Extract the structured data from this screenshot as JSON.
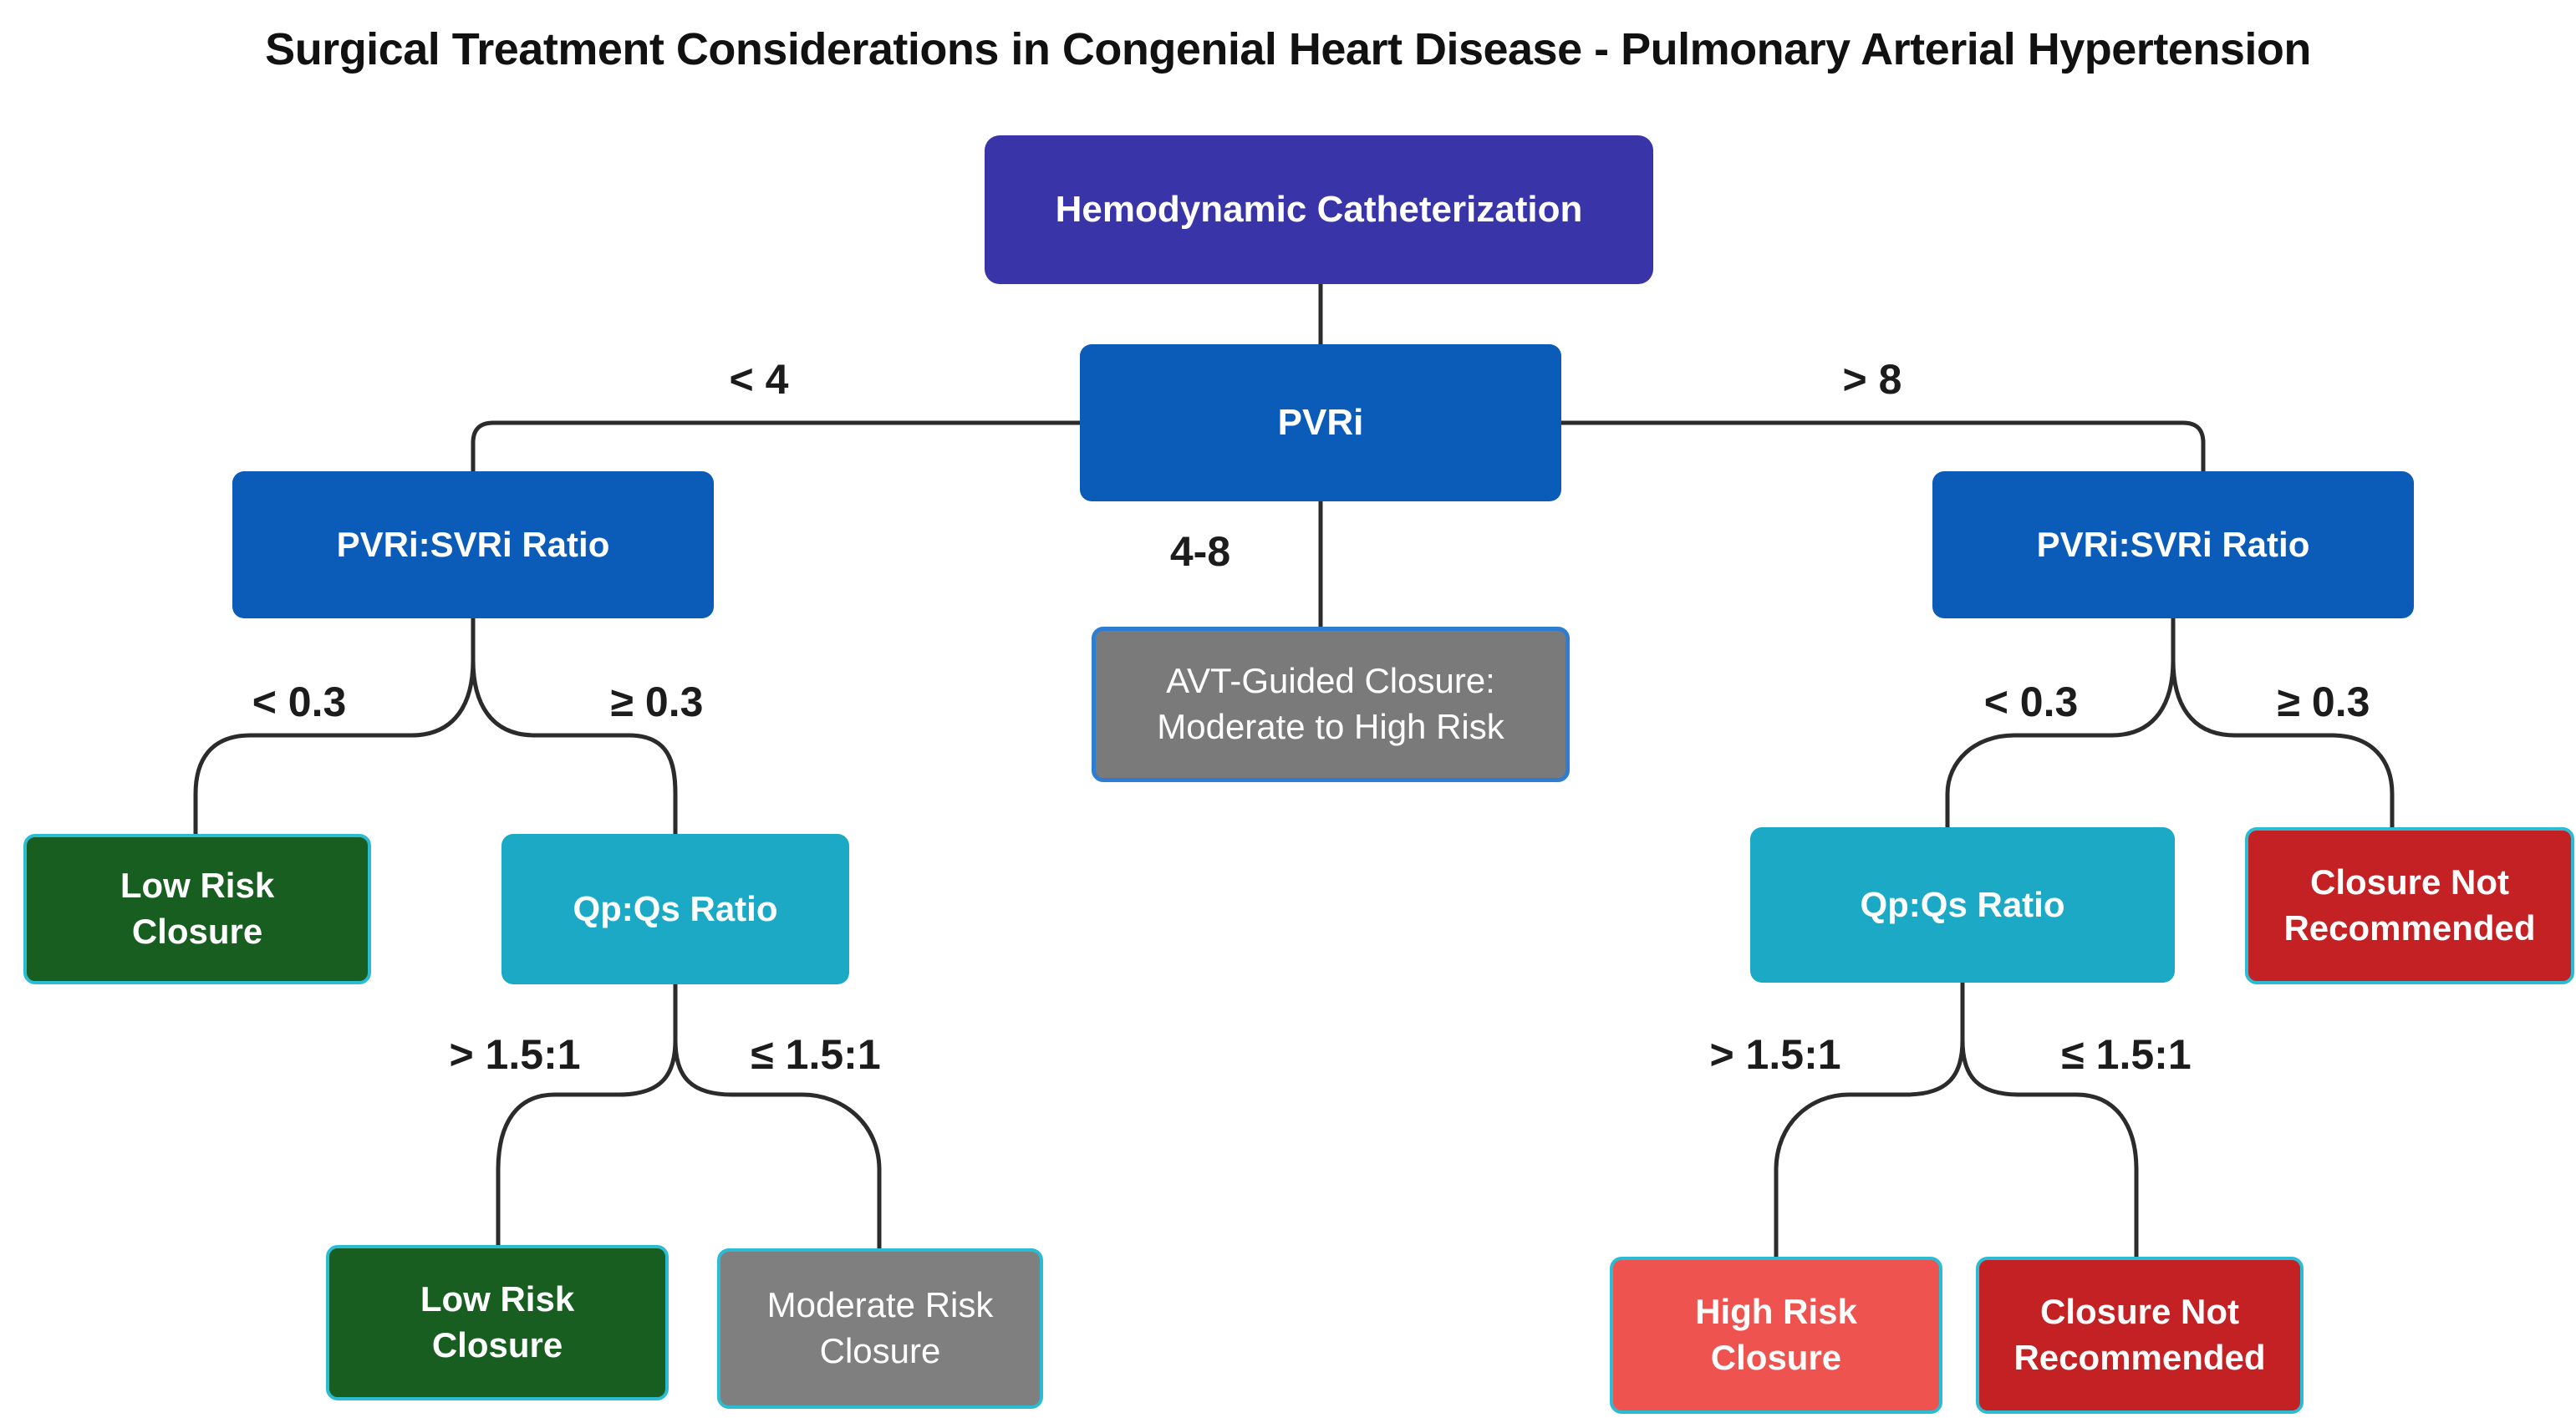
{
  "title": "Surgical Treatment Considerations in Congenial Heart Disease - Pulmonary Arterial Hypertension",
  "palette": {
    "indigo_node": "#3935a8",
    "blue_node": "#0b5bb9",
    "teal_node": "#1ca9c6",
    "green_node": "#175e20",
    "gray_node": "#7a7a7a",
    "salmon_node": "#ef5350",
    "red_node": "#c42125",
    "cyan_border": "#2bbcd4",
    "avt_border": "#2d7dd2",
    "connector_line": "#2b2b2b",
    "text_on_node": "#ffffff",
    "label_text": "#1c1c1c"
  },
  "nodes": {
    "hemo": {
      "label": "Hemodynamic Catheterization"
    },
    "pvri": {
      "label": "PVRi"
    },
    "ratio_left": {
      "label": "PVRi:SVRi Ratio"
    },
    "ratio_right": {
      "label": "PVRi:SVRi Ratio"
    },
    "avt": {
      "label": "AVT-Guided Closure:\nModerate to High Risk"
    },
    "low_risk_1": {
      "label": "Low Risk\nClosure"
    },
    "qpqs_left": {
      "label": "Qp:Qs Ratio"
    },
    "low_risk_2": {
      "label": "Low Risk\nClosure"
    },
    "moderate": {
      "label": "Moderate Risk\nClosure"
    },
    "qpqs_right": {
      "label": "Qp:Qs Ratio"
    },
    "closure_not_right": {
      "label": "Closure Not\nRecommended"
    },
    "high_risk": {
      "label": "High Risk\nClosure"
    },
    "closure_not_bottom": {
      "label": "Closure Not\nRecommended"
    }
  },
  "edges": [
    {
      "from": "hemo",
      "to": "pvri",
      "label": ""
    },
    {
      "from": "pvri",
      "to": "ratio_left",
      "label": "< 4"
    },
    {
      "from": "pvri",
      "to": "ratio_right",
      "label": "> 8"
    },
    {
      "from": "pvri",
      "to": "avt",
      "label": "4-8"
    },
    {
      "from": "ratio_left",
      "to": "low_risk_1",
      "label": "< 0.3"
    },
    {
      "from": "ratio_left",
      "to": "qpqs_left",
      "label": "≥ 0.3"
    },
    {
      "from": "qpqs_left",
      "to": "low_risk_2",
      "label": "> 1.5:1"
    },
    {
      "from": "qpqs_left",
      "to": "moderate",
      "label": "≤ 1.5:1"
    },
    {
      "from": "ratio_right",
      "to": "qpqs_right",
      "label": "< 0.3"
    },
    {
      "from": "ratio_right",
      "to": "closure_not_right",
      "label": "≥ 0.3"
    },
    {
      "from": "qpqs_right",
      "to": "high_risk",
      "label": "> 1.5:1"
    },
    {
      "from": "qpqs_right",
      "to": "closure_not_bottom",
      "label": "≤ 1.5:1"
    }
  ]
}
